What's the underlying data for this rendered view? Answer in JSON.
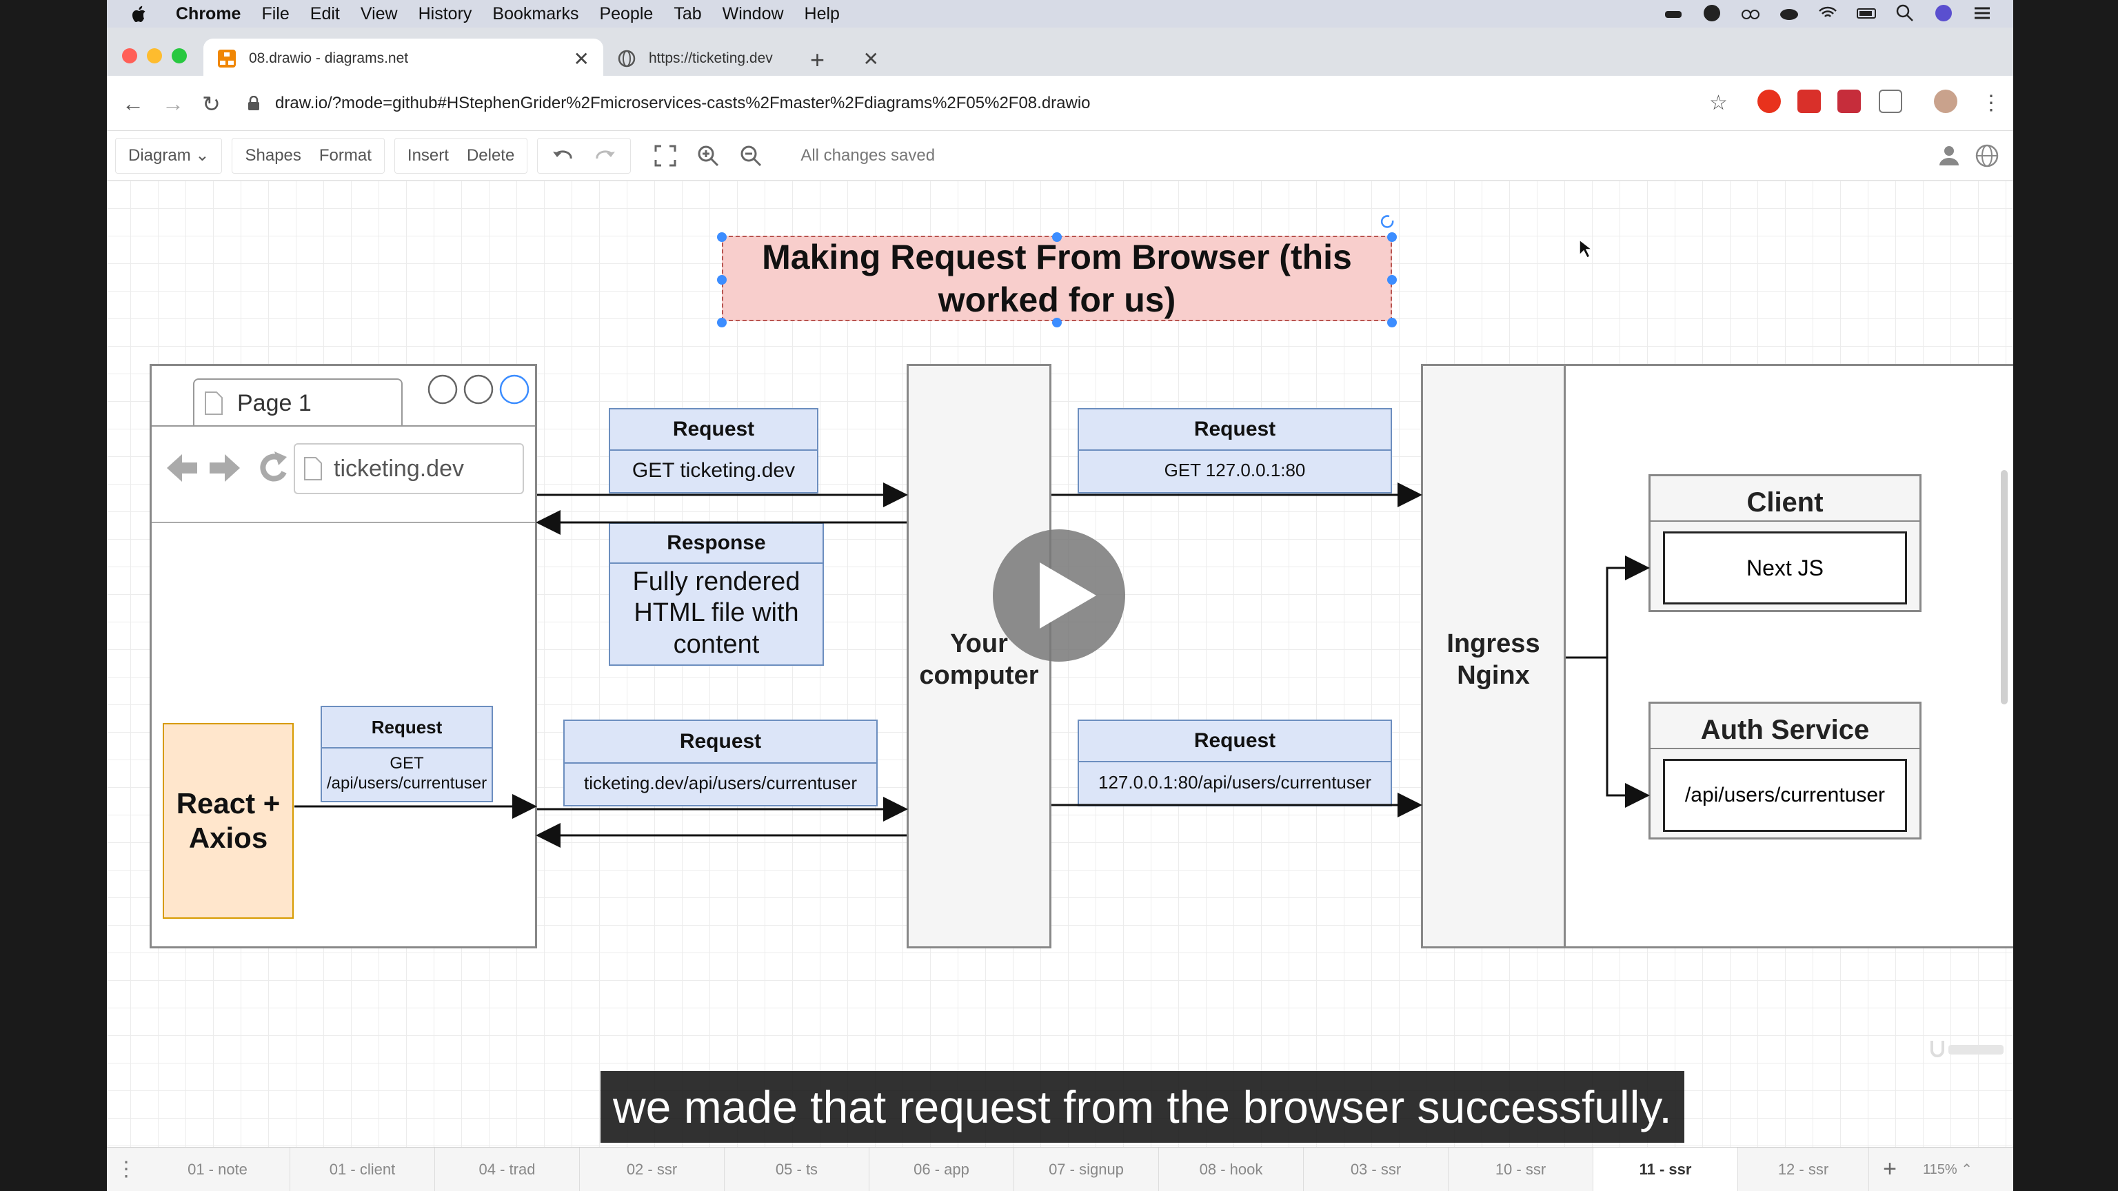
{
  "menubar": {
    "app": "Chrome",
    "items": [
      "File",
      "Edit",
      "View",
      "History",
      "Bookmarks",
      "People",
      "Tab",
      "Window",
      "Help"
    ]
  },
  "tabs": [
    {
      "title": "08.drawio - diagrams.net",
      "active": true
    },
    {
      "title": "https://ticketing.dev",
      "active": false
    }
  ],
  "address": {
    "url": "draw.io/?mode=github#HStephenGrider%2Fmicroservices-casts%2Fmaster%2Fdiagrams%2F05%2F08.drawio"
  },
  "toolbar": {
    "diagram": "Diagram",
    "shapes": "Shapes",
    "format": "Format",
    "insert": "Insert",
    "delete": "Delete",
    "status": "All changes saved"
  },
  "diagram": {
    "title": "Making Request From Browser (this worked for us)",
    "browser": {
      "tab_label": "Page 1",
      "url": "ticketing.dev",
      "app": "React + Axios"
    },
    "req1": {
      "head": "Request",
      "body": "GET ticketing.dev"
    },
    "resp1": {
      "head": "Response",
      "body": "Fully rendered HTML file with content"
    },
    "req_axios": {
      "head": "Request",
      "body": "GET /api/users/currentuser"
    },
    "req2": {
      "head": "Request",
      "body": "ticketing.dev/api/users/currentuser"
    },
    "computer": "Your computer",
    "req3": {
      "head": "Request",
      "body": "GET 127.0.0.1:80"
    },
    "req4": {
      "head": "Request",
      "body": "127.0.0.1:80/api/users/currentuser"
    },
    "ingress": "Ingress Nginx",
    "client": {
      "head": "Client",
      "body": "Next JS"
    },
    "auth": {
      "head": "Auth Service",
      "body": "/api/users/currentuser"
    }
  },
  "page_tabs": [
    "01 - note",
    "01 - client",
    "04 - trad",
    "02 - ssr",
    "05 - ts",
    "06 - app",
    "07 - signup",
    "08 - hook",
    "03 - ssr",
    "10 - ssr",
    "11 - ssr",
    "12 - ssr"
  ],
  "active_page_tab": "11 - ssr",
  "zoom": "115%",
  "subtitle": "we made that request from the browser successfully."
}
